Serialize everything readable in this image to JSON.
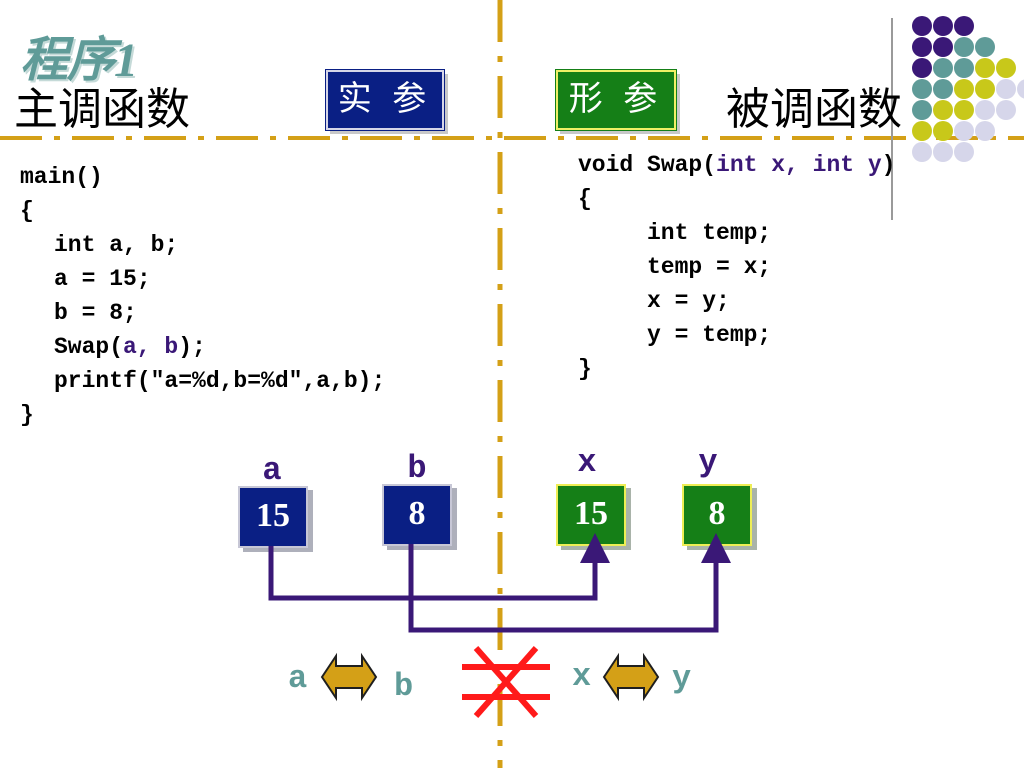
{
  "title": "程序1",
  "left_heading": "主调函数",
  "right_heading": "被调函数",
  "actual_param_tag": "实 参",
  "formal_param_tag": "形 参",
  "main_code": {
    "header": "main()",
    "open_brace": "{",
    "decl": "int a, b;",
    "assign_a": "a = 15;",
    "assign_b": "b = 8;",
    "call_prefix": "Swap(",
    "call_args": "a, b",
    "call_suffix": ");",
    "printf": "printf(\"a=%d,b=%d\",a,b);",
    "close_brace": "}"
  },
  "swap_code": {
    "sig_prefix": "void Swap(",
    "sig_params": "int x, int y",
    "sig_suffix": ")",
    "open_brace": "{",
    "decl": "int temp;",
    "line1": "temp = x;",
    "line2": "x = y;",
    "line3": "y = temp;",
    "close_brace": "}"
  },
  "variables": [
    {
      "label": "a",
      "value": "15"
    },
    {
      "label": "b",
      "value": "8"
    },
    {
      "label": "x",
      "value": "15"
    },
    {
      "label": "y",
      "value": "8"
    }
  ],
  "swap_labels": {
    "a": "a",
    "b": "b",
    "x": "x",
    "y": "y"
  },
  "colors": {
    "dark_blue": "#0a1f84",
    "green": "#157f17",
    "purple": "#3a1877",
    "gold": "#d4a017",
    "teal": "#5f9b98",
    "red": "#ff1a1a",
    "yellow_green": "#c8c81a",
    "lavender": "#d6d6ea"
  }
}
